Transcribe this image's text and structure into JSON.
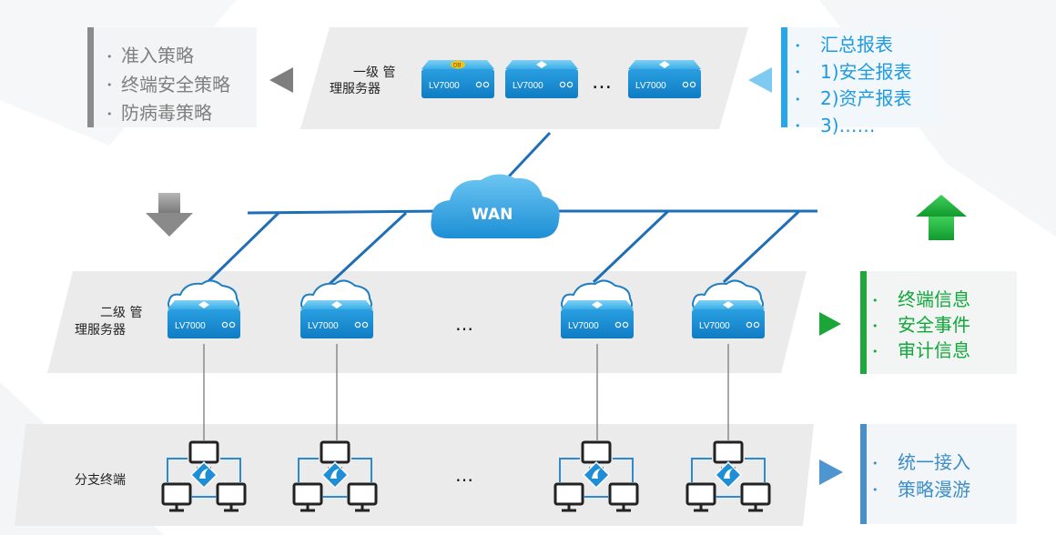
{
  "policy_box": {
    "items": [
      "准入策略",
      "终端安全策略",
      "防病毒策略"
    ]
  },
  "report_box": {
    "items": [
      "汇总报表",
      "1)安全报表",
      "2)资产报表",
      "3)……"
    ]
  },
  "info_box": {
    "items": [
      "终端信息",
      "安全事件",
      "审计信息"
    ]
  },
  "access_box": {
    "items": [
      "统一接入",
      "策略漫游"
    ]
  },
  "level1": {
    "label_line1": "一级 管",
    "label_line2": "理服务器",
    "server_model": "LV7000",
    "db_badge": "DB",
    "ellipsis": "…"
  },
  "wan": {
    "label": "WAN"
  },
  "level2": {
    "label_line1": "二级 管",
    "label_line2": "理服务器",
    "server_model": "LV7000",
    "ellipsis": "…"
  },
  "branch": {
    "label": "分支终端",
    "ellipsis": "…"
  },
  "colors": {
    "server_blue": "#1e96d8",
    "wan_line": "#1f6fb8",
    "report_blue": "#29a6e8",
    "info_green": "#1ea83c",
    "access_blue": "#4a90c8",
    "policy_gray": "#8c8c8c"
  },
  "bullet": "•"
}
